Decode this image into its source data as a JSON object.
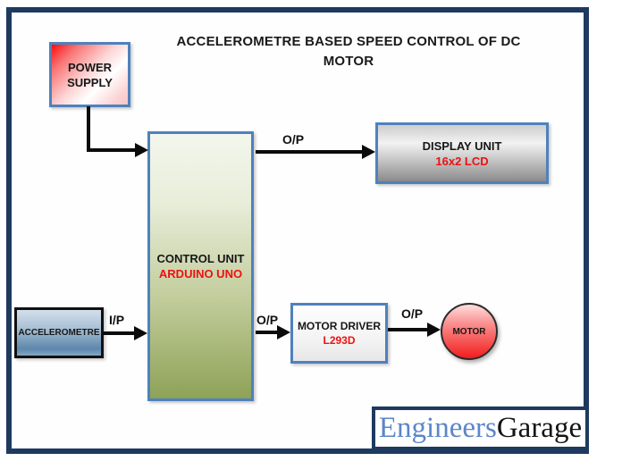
{
  "title": {
    "line1": "ACCELEROMETRE BASED SPEED CONTROL OF DC",
    "line2": "MOTOR"
  },
  "blocks": {
    "power_supply": {
      "label": "POWER SUPPLY"
    },
    "control_unit": {
      "label": "CONTROL UNIT",
      "sublabel": "ARDUINO UNO"
    },
    "display_unit": {
      "label": "DISPLAY UNIT",
      "sublabel": "16x2 LCD"
    },
    "accelerometer": {
      "label": "ACCELEROMETRE"
    },
    "motor_driver": {
      "label": "MOTOR DRIVER",
      "sublabel": "L293D"
    },
    "motor": {
      "label": "MOTOR"
    }
  },
  "connections": {
    "accel_to_control": "I/P",
    "control_to_display": "O/P",
    "control_to_driver": "O/P",
    "driver_to_motor": "O/P"
  },
  "logo": {
    "part1": "Engineers",
    "part2": "Garage"
  },
  "colors": {
    "frame_border": "#1e3a5f",
    "block_border": "#4f81bd",
    "red_text": "#ee1111",
    "power_supply_fill": "#fb0d0d",
    "control_unit_fill": "#8ea257",
    "display_unit_fill": "#8a8a8a",
    "accelerometer_fill": "#5d87ac",
    "motor_fill": "#f21d1d",
    "logo_blue": "#5b86c8",
    "arrow": "#0b0b0b"
  }
}
